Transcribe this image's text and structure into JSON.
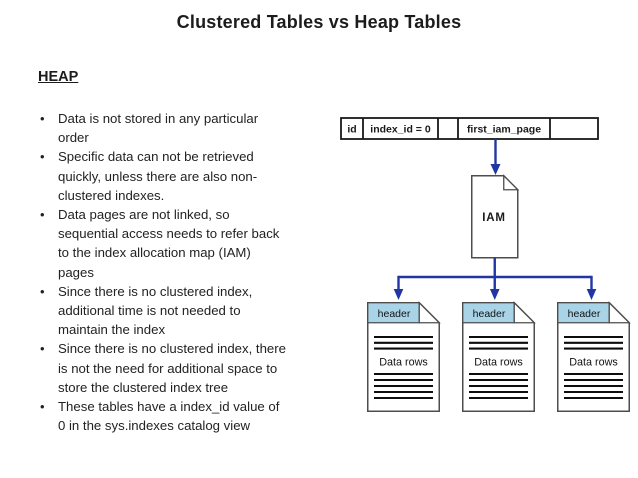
{
  "slide": {
    "title": "Clustered Tables vs Heap Tables",
    "section_heading": "HEAP",
    "bullets": [
      "Data is not stored in any particular order",
      "Specific data can not be retrieved quickly, unless there are also non-clustered indexes.",
      "Data pages are not linked, so sequential access needs to refer back to the index allocation map (IAM) pages",
      "Since there is no clustered index, additional time is not needed to maintain the index",
      "Since there is no clustered index, there is not the need for additional space to store the clustered index tree",
      "These tables have a index_id value of 0 in the sys.indexes catalog view"
    ]
  },
  "diagram": {
    "table_cells": [
      "id",
      "index_id = 0",
      "",
      "first_iam_page",
      ""
    ],
    "iam_label": "IAM",
    "pages": [
      {
        "header": "header",
        "body": "Data rows"
      },
      {
        "header": "header",
        "body": "Data rows"
      },
      {
        "header": "header",
        "body": "Data rows"
      }
    ],
    "colors": {
      "arrow": "#2136a4",
      "page_header_fill": "#a9d4e8",
      "page_border": "#4d4d4d",
      "table_border": "#1a1a1a"
    }
  }
}
